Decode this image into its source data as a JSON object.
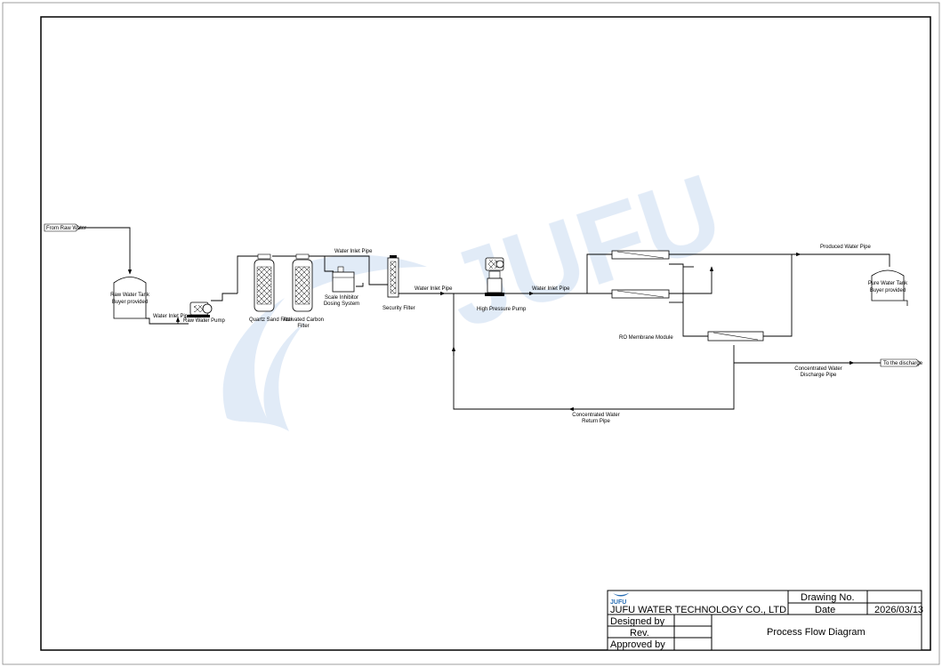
{
  "labels": {
    "from_raw_water": "From Raw Water",
    "raw_tank_line1": "Raw Water Tank",
    "raw_tank_line2": "Buyer provided",
    "water_inlet_pipe_1": "Water Inlet Pipe",
    "raw_water_pump": "Raw Water Pump",
    "quartz_sand_filter": "Quartz Sand Filter",
    "activated_carbon_line1": "Activated Carbon",
    "activated_carbon_line2": "Filter",
    "water_inlet_pipe_2": "Water Inlet Pipe",
    "scale_inhibitor_line1": "Scale Inhibitor",
    "scale_inhibitor_line2": "Dosing System",
    "security_filter": "Security Filter",
    "water_inlet_pipe_3": "Water Inlet Pipe",
    "high_pressure_pump": "High Pressure Pump",
    "water_inlet_pipe_4": "Water Inlet Pipe",
    "ro_membrane_module": "RO Membrane Module",
    "produced_water_pipe": "Produced Water Pipe",
    "pure_tank_line1": "Pure Water Tank",
    "pure_tank_line2": "Buyer provided",
    "to_discharge": "To the discharge",
    "conc_discharge_line1": "Concentrated Water",
    "conc_discharge_line2": "Discharge Pipe",
    "conc_return_line1": "Concentrated Water",
    "conc_return_line2": "Return Pipe"
  },
  "watermark": {
    "text": "JUFU",
    "color": "#c9daf0"
  },
  "title_block": {
    "logo_text": "JUFU",
    "company": "JUFU WATER TECHNOLOGY CO., LTD",
    "drawing_no_label": "Drawing No.",
    "drawing_no_value": "",
    "date_label": "Date",
    "date_value": "2026/03/13",
    "designed_by_label": "Designed by",
    "rev_label": "Rev.",
    "approved_by_label": "Approved by",
    "drawing_title": "Process Flow Diagram"
  }
}
